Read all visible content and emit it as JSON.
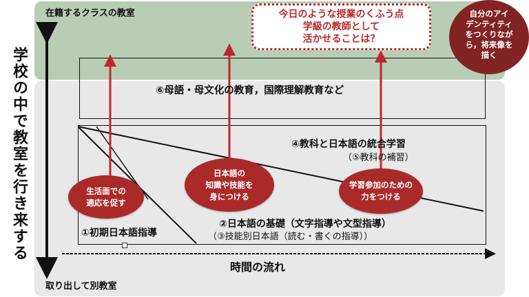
{
  "labels": {
    "top": "在籍するクラスの教室",
    "bottom": "取り出して別教室",
    "vertical": "学校の中で教室を行き来する",
    "time": "時間の流れ",
    "item6": "⑥母語・母文化の教育，国際理解教育など",
    "item4": "④教科と日本語の統合学習",
    "item5": "（⑤教科の補習）",
    "item1": "①初期日本語指導",
    "item2": "②日本語の基礎（文字指導や文型指導）",
    "item3": "（③技能別日本語（読む・書くの指導））"
  },
  "ellipses": {
    "life_line1": "生活面での",
    "life_line2": "適応を促す",
    "jp_line1": "日本語の",
    "jp_line2": "知識や技能を",
    "jp_line3": "身につける",
    "learn_line1": "学習参加のための",
    "learn_line2": "力をつける",
    "identity_line1": "自分のアイ",
    "identity_line2": "デンティティ",
    "identity_line3": "をつくりなが",
    "identity_line4": "ら，将来像を",
    "identity_line5": "描く"
  },
  "question": {
    "line1": "今日のような授業のくふう点",
    "line2": "学級の教師として",
    "line3": "活かせることは？"
  },
  "colors": {
    "green_band": "#b8cdb4",
    "gray_band": "#e8e8e8",
    "red_ellipse": "#aa2a2a",
    "dark_red_ellipse": "#822424",
    "arrow_red": "#c0272d"
  }
}
